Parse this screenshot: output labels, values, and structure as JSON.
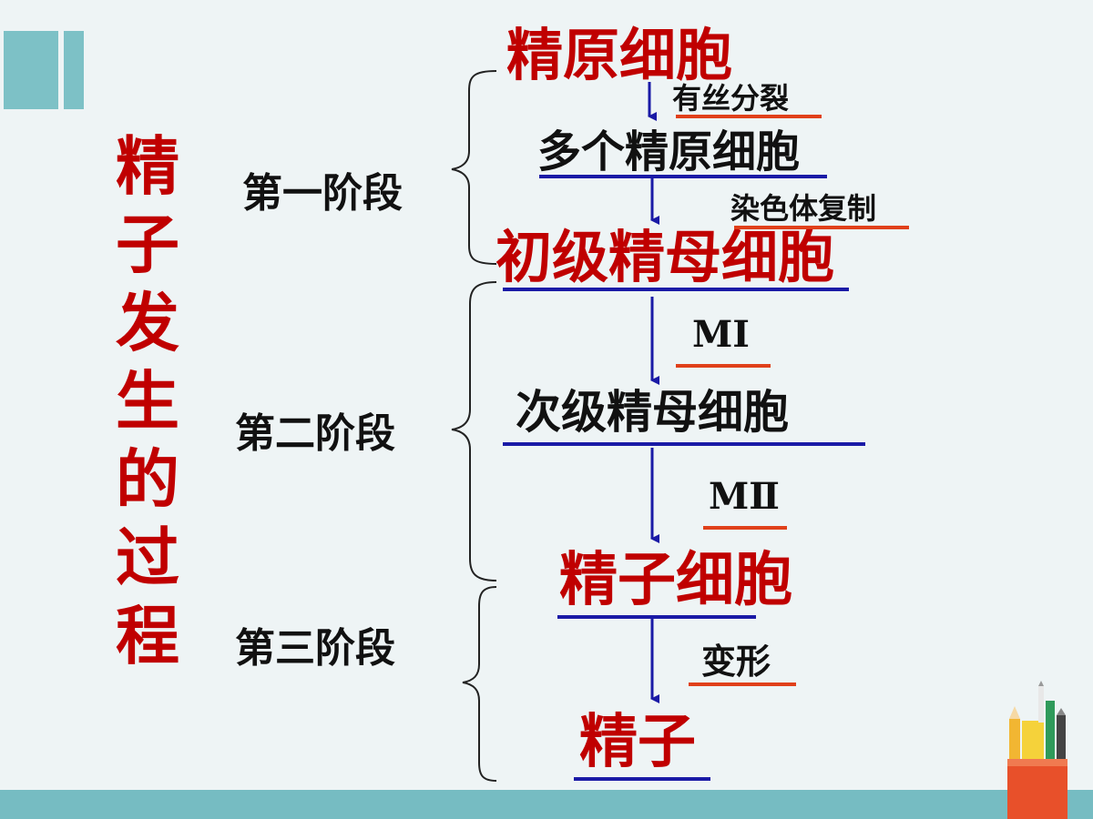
{
  "title_chars": [
    "精",
    "子",
    "发",
    "生",
    "的",
    "过",
    "程"
  ],
  "stages": {
    "first": "第一阶段",
    "second": "第二阶段",
    "third": "第三阶段"
  },
  "cells": {
    "spermatogonium": "精原细胞",
    "many_spermatogonia": "多个精原细胞",
    "primary_spermatocyte": "初级精母细胞",
    "secondary_spermatocyte": "次级精母细胞",
    "spermatid": "精子细胞",
    "sperm": "精子"
  },
  "processes": {
    "mitosis": "有丝分裂",
    "chromosome_replication": "染色体复制",
    "meiosis_1": "MⅠ",
    "meiosis_2": "MⅡ",
    "transformation": "变形"
  },
  "colors": {
    "title": "#c00000",
    "highlight_cell": "#c00000",
    "arrow": "#1a1aa6",
    "cell_underline": "#1a1aa6",
    "process_underline": "#e0401a",
    "accent_teal": "#7dc1c6"
  }
}
